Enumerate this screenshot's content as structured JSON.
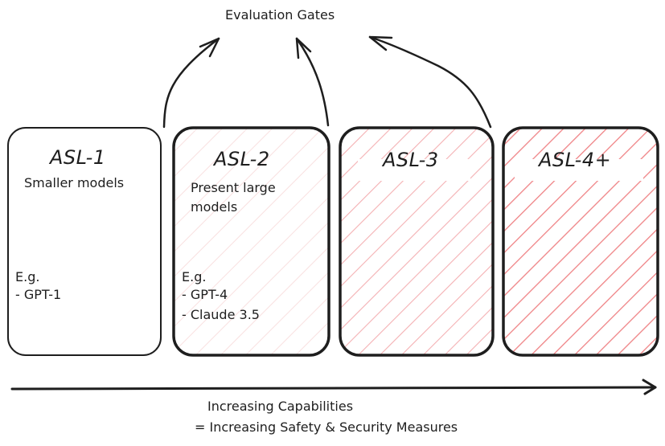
{
  "diagram": {
    "top_label": "Evaluation Gates",
    "levels": [
      {
        "id": "asl-1",
        "title": "ASL-1",
        "description": [
          "Smaller models"
        ],
        "examples_heading": "E.g.",
        "examples": [
          "- GPT-1"
        ],
        "hatch": "none"
      },
      {
        "id": "asl-2",
        "title": "ASL-2",
        "description": [
          "Present large",
          "models"
        ],
        "examples_heading": "E.g.",
        "examples": [
          "- GPT-4",
          "- Claude 3.5"
        ],
        "hatch": "faint"
      },
      {
        "id": "asl-3",
        "title": "ASL-3",
        "description": [],
        "examples_heading": "",
        "examples": [],
        "hatch": "light"
      },
      {
        "id": "asl-4",
        "title": "ASL-4+",
        "description": [],
        "examples_heading": "",
        "examples": [],
        "hatch": "strong"
      }
    ],
    "axis_label_line1": "Increasing Capabilities",
    "axis_label_line2": "= Increasing Safety & Security Measures",
    "colors": {
      "stroke": "#1e1e1e",
      "hatch_faint": "#f7d6d6",
      "hatch_light": "#f4a9ad",
      "hatch_strong": "#ef7a7e"
    }
  }
}
